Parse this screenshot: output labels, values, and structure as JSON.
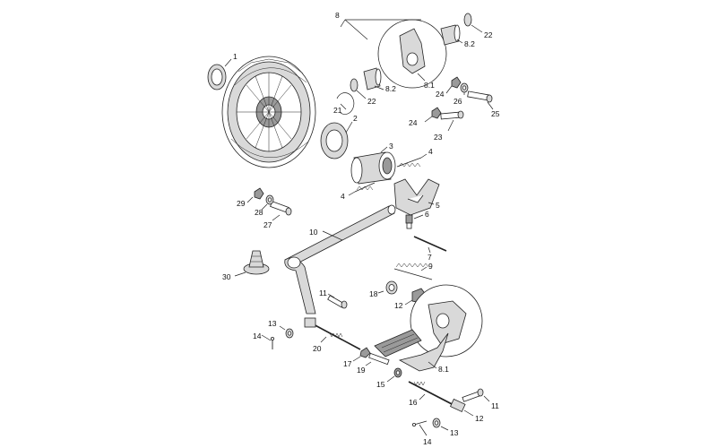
{
  "callouts": {
    "c1": "1",
    "c2": "2",
    "c3": "3",
    "c4a": "4",
    "c4b": "4",
    "c5": "5",
    "c6": "6",
    "c7": "7",
    "c8": "8",
    "c8_1a": "8.1",
    "c8_1b": "8.1",
    "c8_2a": "8.2",
    "c8_2b": "8.2",
    "c9": "9",
    "c10": "10",
    "c11a": "11",
    "c11b": "11",
    "c12a": "12",
    "c12b": "12",
    "c13a": "13",
    "c13b": "13",
    "c14a": "14",
    "c14b": "14",
    "c15": "15",
    "c16": "16",
    "c17": "17",
    "c18": "18",
    "c19": "19",
    "c20": "20",
    "c21": "21",
    "c22a": "22",
    "c22b": "22",
    "c23": "23",
    "c24a": "24",
    "c24b": "24",
    "c25": "25",
    "c26": "26",
    "c27": "27",
    "c28": "28",
    "c29": "29",
    "c30": "30"
  },
  "colors": {
    "line": "#222222",
    "fill_light": "#d9d9d9",
    "fill_dark": "#9a9a9a",
    "background": "#ffffff"
  }
}
